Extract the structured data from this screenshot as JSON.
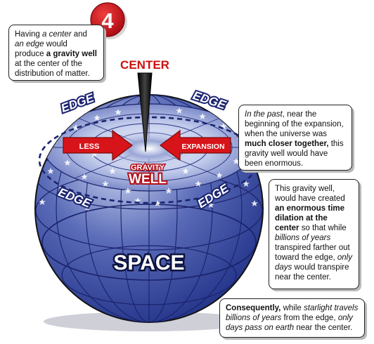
{
  "step_number": "4",
  "center_label": "CENTER",
  "edge_label": "EDGE",
  "space_label": "SPACE",
  "less_label": "LESS",
  "expansion_label": "EXPANSION",
  "gravity_label": "GRAVITY",
  "well_label": "WELL",
  "notes": {
    "note1": [
      {
        "text": "Having ",
        "style": "normal"
      },
      {
        "text": "a center",
        "style": "italic"
      },
      {
        "text": " and ",
        "style": "normal"
      },
      {
        "text": "an edge",
        "style": "italic"
      },
      {
        "text": " would produce ",
        "style": "normal"
      },
      {
        "text": "a gravity well",
        "style": "bold"
      },
      {
        "text": " at the center of the distribution of matter.",
        "style": "normal"
      }
    ],
    "note2": [
      {
        "text": "In the past",
        "style": "italic"
      },
      {
        "text": ", near the beginning of the expansion, when the universe was ",
        "style": "normal"
      },
      {
        "text": "much closer together,",
        "style": "bold"
      },
      {
        "text": " this gravity well would have been enormous.",
        "style": "normal"
      }
    ],
    "note3": [
      {
        "text": "This gravity well, would have created ",
        "style": "normal"
      },
      {
        "text": "an enormous time dilation at the center",
        "style": "bold"
      },
      {
        "text": " so that while ",
        "style": "normal"
      },
      {
        "text": "billions of years",
        "style": "italic"
      },
      {
        "text": " transpired farther out toward the edge, ",
        "style": "normal"
      },
      {
        "text": "only days",
        "style": "italic"
      },
      {
        "text": " would transpire near the center.",
        "style": "normal"
      }
    ],
    "note4": [
      {
        "text": "Consequently,",
        "style": "bold"
      },
      {
        "text": " while ",
        "style": "normal"
      },
      {
        "text": "starlight travels billions of years",
        "style": "italic"
      },
      {
        "text": " from the edge, ",
        "style": "normal"
      },
      {
        "text": "only days pass on earth",
        "style": "italic"
      },
      {
        "text": " near the center.",
        "style": "normal"
      }
    ]
  },
  "colors": {
    "sphere_light": "#c9d3ef",
    "sphere_mid": "#5a6bb8",
    "sphere_dark": "#1f2f86",
    "arrow_red": "#d8141b",
    "badge_red": "#c8101a",
    "center_red": "#cc1111",
    "edge_outline": "#1b2470"
  }
}
